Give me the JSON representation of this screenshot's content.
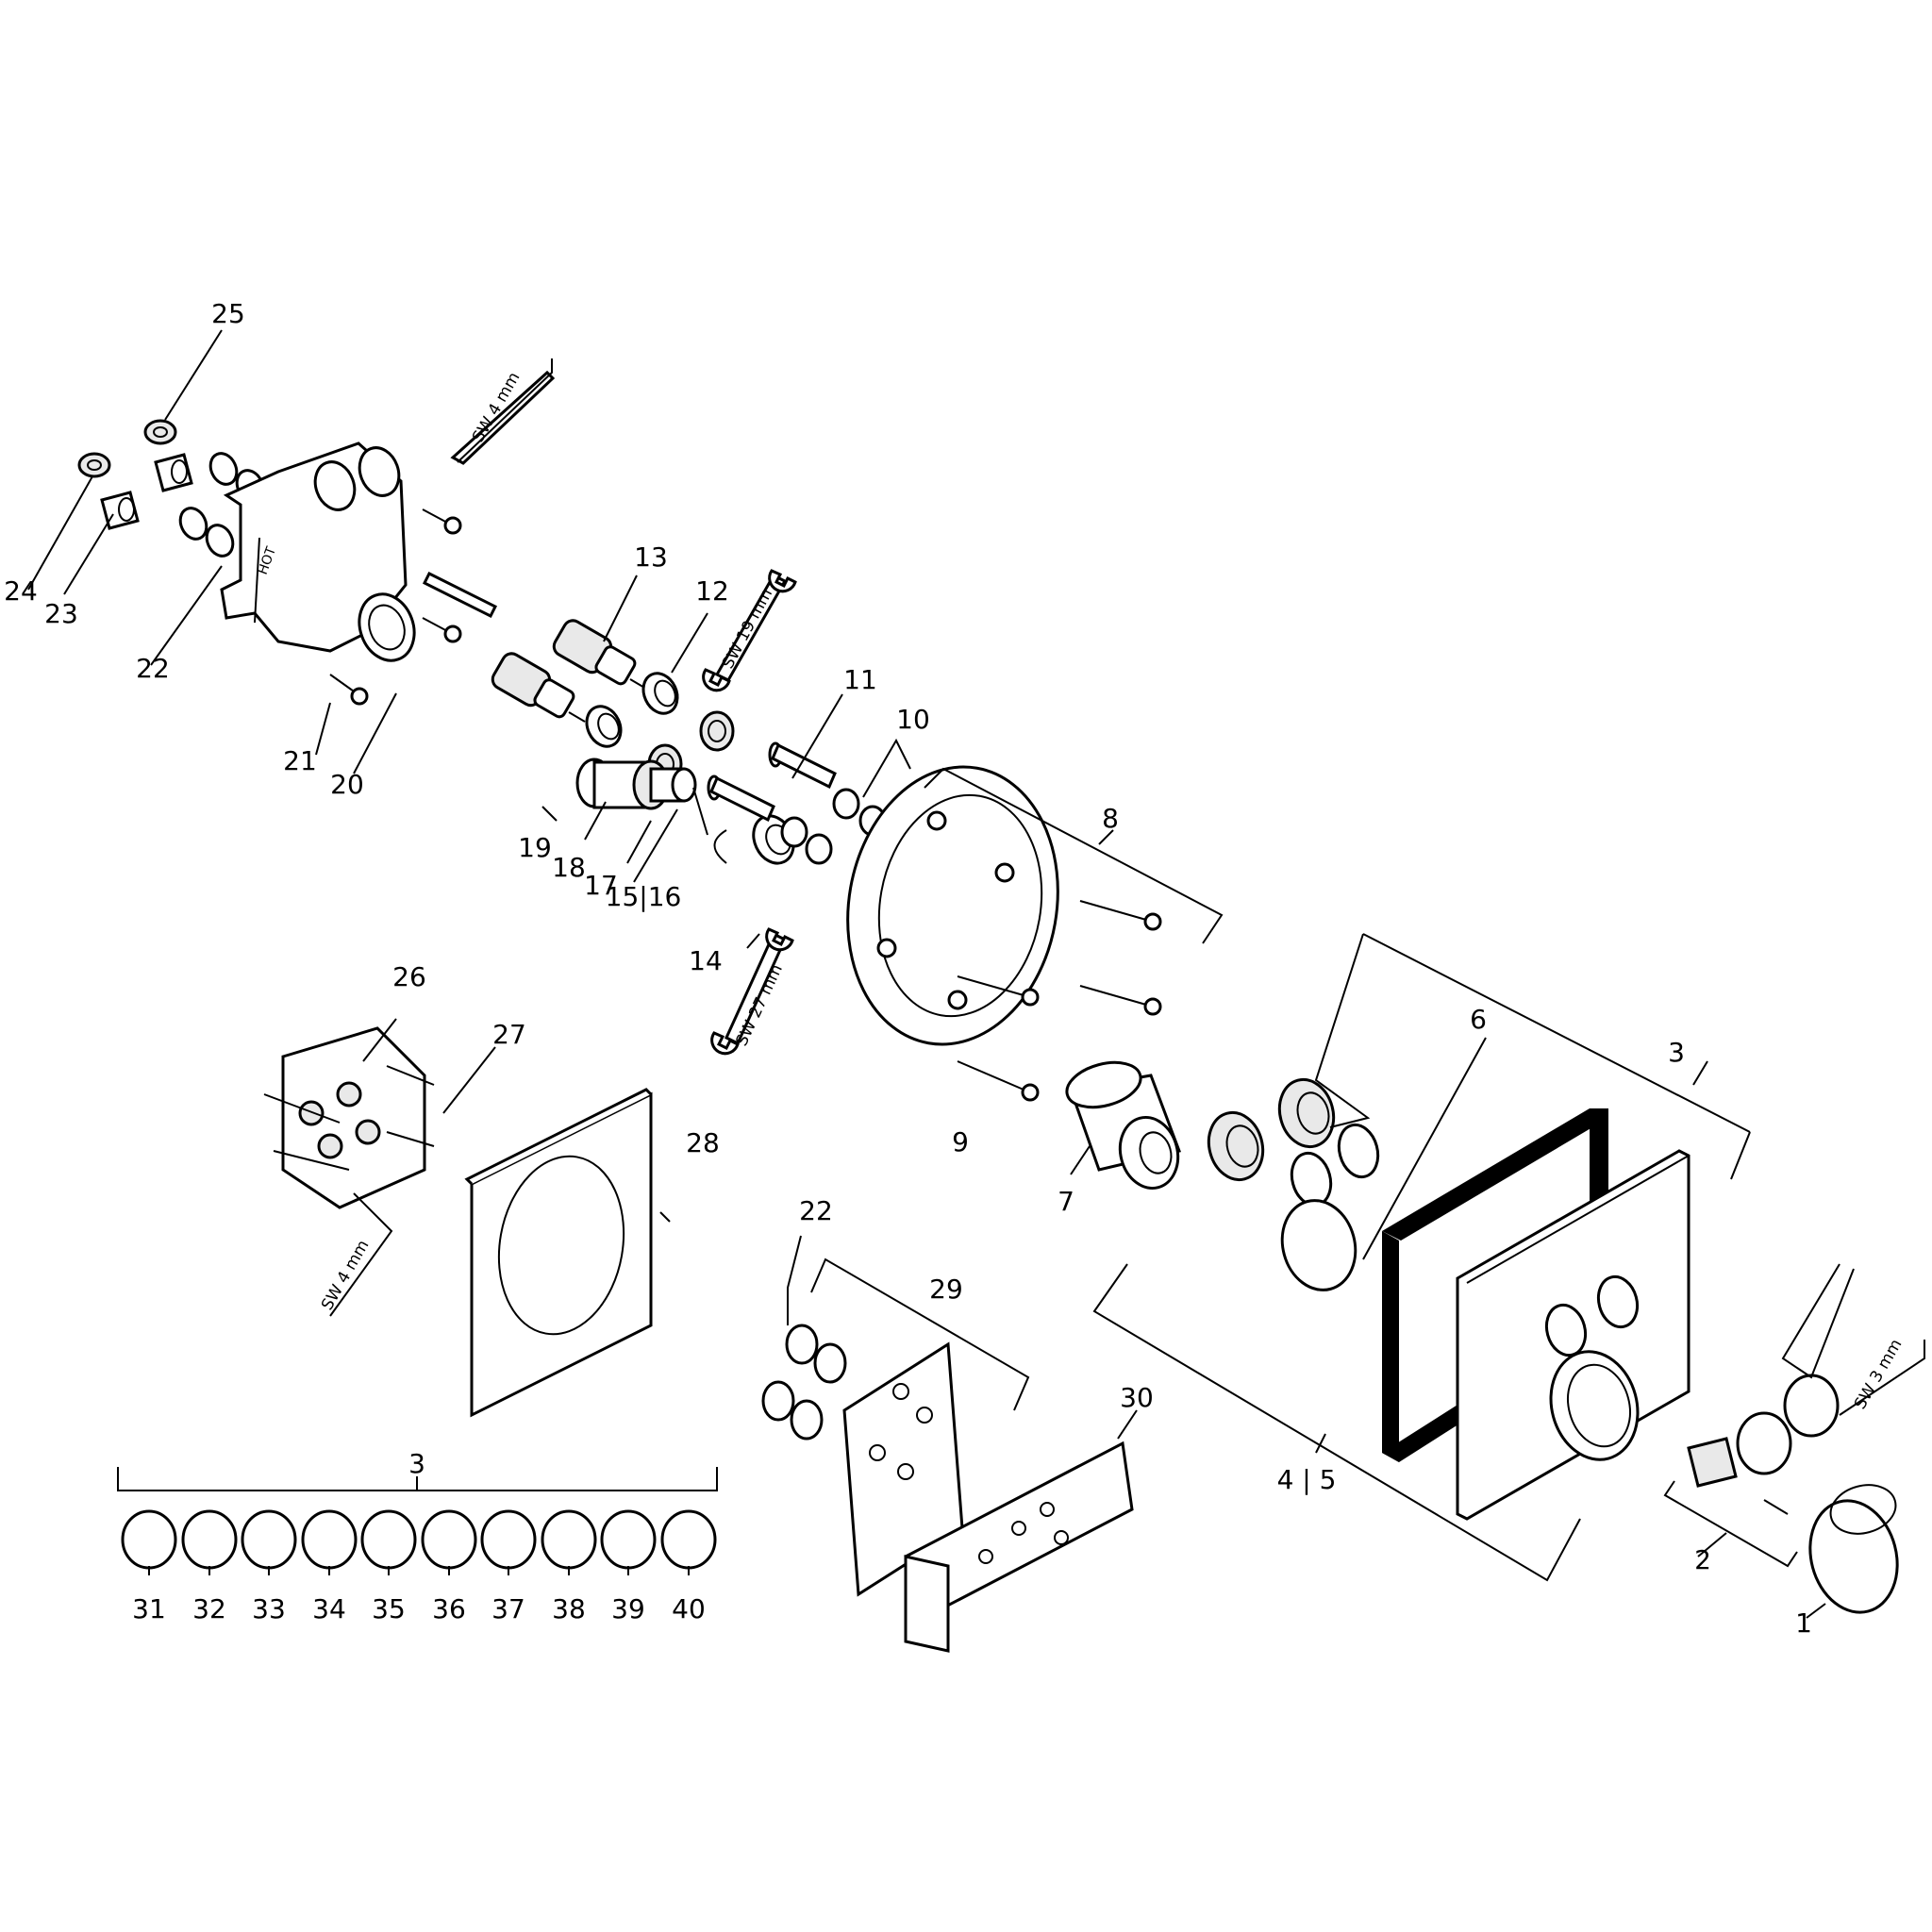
{
  "diagram": {
    "callouts": {
      "c1": "1",
      "c2": "2",
      "c3a": "3",
      "c3b": "3",
      "c45": "4 | 5",
      "c6": "6",
      "c7": "7",
      "c8": "8",
      "c9": "9",
      "c10": "10",
      "c11": "11",
      "c12": "12",
      "c13": "13",
      "c14": "14",
      "c1516": "15|16",
      "c17": "17",
      "c18": "18",
      "c19": "19",
      "c20": "20",
      "c21": "21",
      "c22a": "22",
      "c22b": "22",
      "c23": "23",
      "c24": "24",
      "c25": "25",
      "c26": "26",
      "c27": "27",
      "c28": "28",
      "c29": "29",
      "c30": "30",
      "c31": "31",
      "c32": "32",
      "c33": "33",
      "c34": "34",
      "c35": "35",
      "c36": "36",
      "c37": "37",
      "c38": "38",
      "c39": "39",
      "c40": "40"
    },
    "tools": {
      "sw4_top": "SW 4 mm",
      "sw19": "SW 19 mm",
      "sw27": "SW 27 mm",
      "sw4_left": "SW 4 mm",
      "sw3": "SW 3 mm"
    },
    "body_marking": "HOT"
  }
}
